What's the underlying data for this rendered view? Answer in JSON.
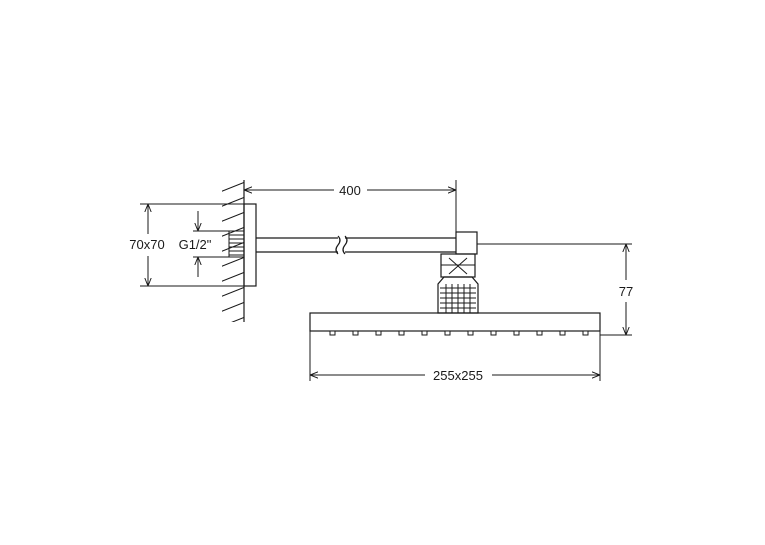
{
  "dimensions": {
    "arm_length": "400",
    "flange_size": "70x70",
    "thread": "G1/2\"",
    "head_height": "77",
    "head_size": "255x255"
  }
}
